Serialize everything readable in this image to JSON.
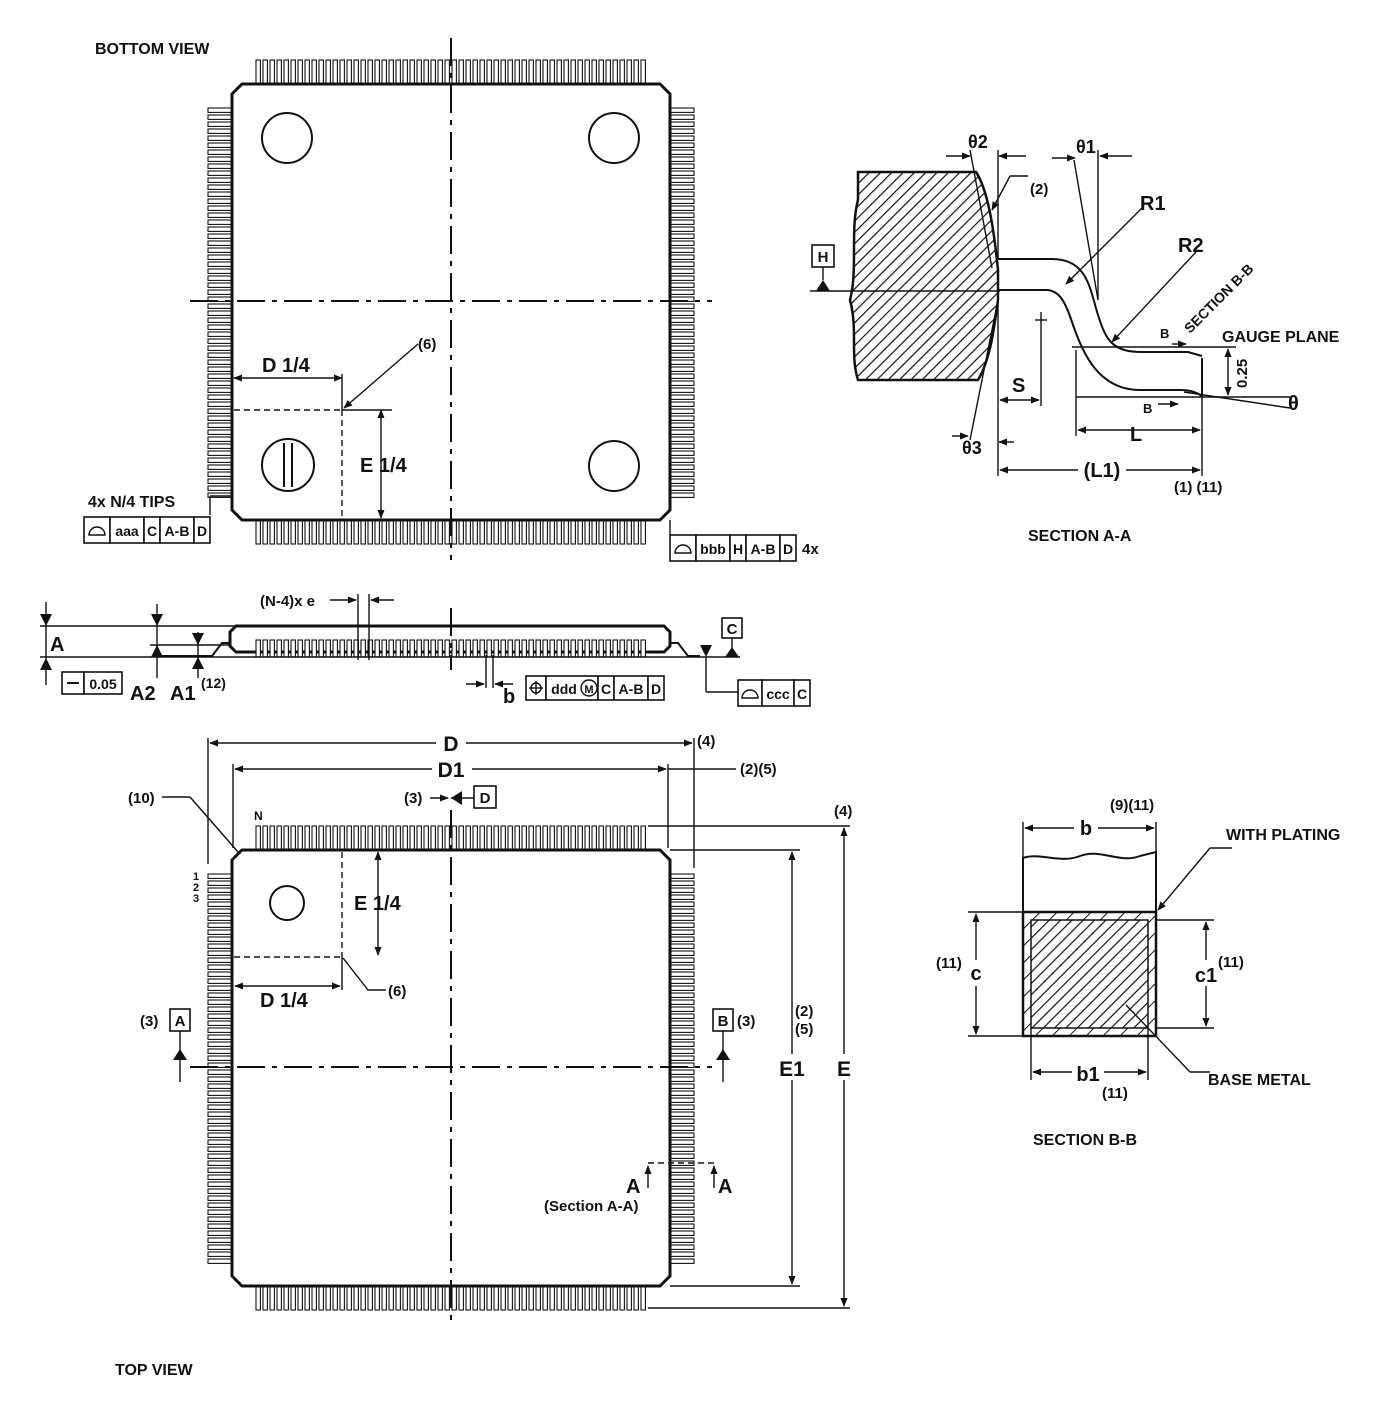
{
  "views": {
    "bottom_view": "BOTTOM VIEW",
    "top_view": "TOP VIEW",
    "section_aa": "SECTION A-A",
    "section_bb": "SECTION B-B"
  },
  "bottom": {
    "d_quarter": "D 1/4",
    "e_quarter": "E 1/4",
    "note6": "(6)",
    "tips": "4x N/4 TIPS",
    "fcf_left": [
      "aaa",
      "C",
      "A-B",
      "D"
    ],
    "fcf_right": [
      "bbb",
      "H",
      "A-B",
      "D"
    ],
    "fcf_right_mult": "4x"
  },
  "side": {
    "pitch": "(N-4)x e",
    "a": "A",
    "a2": "A2",
    "a1": "A1",
    "note12": "(12)",
    "flat": "0.05",
    "b": "b",
    "datum_c": "C",
    "fcf_pos": [
      "ddd",
      "M",
      "C",
      "A-B",
      "D"
    ],
    "fcf_cop": [
      "ccc",
      "C"
    ]
  },
  "top": {
    "d": "D",
    "d1": "D1",
    "note4": "(4)",
    "note25": "(2)(5)",
    "note3": "(3)",
    "datum_d": "D",
    "note10": "(10)",
    "pin_n": "N",
    "pin_labels": [
      "1",
      "2",
      "3"
    ],
    "e_quarter": "E 1/4",
    "d_quarter": "D 1/4",
    "note6": "(6)",
    "datum_a": "A",
    "datum_b": "B",
    "note2": "(2)",
    "note5": "(5)",
    "e1": "E1",
    "e": "E",
    "sec_a": "A",
    "sec_caption": "(Section A-A)"
  },
  "section_aa": {
    "theta2": "θ2",
    "theta1": "θ1",
    "note2": "(2)",
    "r1": "R1",
    "r2": "R2",
    "datum_h": "H",
    "sec_label": "SECTION B-B",
    "b": "B",
    "gauge": "GAUGE PLANE",
    "dim": "0.25",
    "theta": "θ",
    "s": "S",
    "l": "L",
    "theta3": "θ3",
    "l1": "(L1)",
    "note111": "(1) (11)"
  },
  "section_bb": {
    "b": "b",
    "note911": "(9)(11)",
    "with_plating": "WITH PLATING",
    "c": "c",
    "c1": "c1",
    "note11": "(11)",
    "b1": "b1",
    "base_metal": "BASE METAL"
  }
}
